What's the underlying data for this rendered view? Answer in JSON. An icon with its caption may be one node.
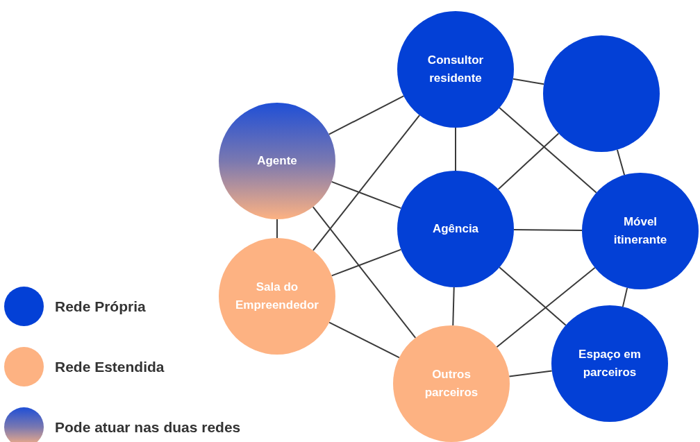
{
  "diagram": {
    "nodes": [
      {
        "text": [
          "Consultor residente"
        ]
      },
      {
        "text": [],
        "shape": "circle"
      },
      {
        "text": [
          "Agente"
        ]
      },
      {
        "text": [
          "Agência"
        ]
      },
      {
        "text": [
          "Móvel itinerante"
        ]
      },
      {
        "text": [
          "Sala do Empreendedor"
        ]
      },
      {
        "text": [
          "Outros parceiros"
        ]
      },
      {
        "text": [
          "Espaço em parceiros"
        ]
      }
    ],
    "edges": [
      {
        "from": 0,
        "to": 1,
        "arrow": "none"
      },
      {
        "from": 0,
        "to": 2,
        "arrow": "none"
      },
      {
        "from": 0,
        "to": 3,
        "arrow": "none"
      },
      {
        "from": 0,
        "to": 4,
        "arrow": "none"
      },
      {
        "from": 0,
        "to": 5,
        "arrow": "none"
      },
      {
        "from": 1,
        "to": 3,
        "arrow": "none"
      },
      {
        "from": 1,
        "to": 4,
        "arrow": "none"
      },
      {
        "from": 2,
        "to": 3,
        "arrow": "none"
      },
      {
        "from": 2,
        "to": 5,
        "arrow": "none"
      },
      {
        "from": 2,
        "to": 6,
        "arrow": "none"
      },
      {
        "from": 3,
        "to": 4,
        "arrow": "none"
      },
      {
        "from": 3,
        "to": 5,
        "arrow": "none"
      },
      {
        "from": 3,
        "to": 6,
        "arrow": "none"
      },
      {
        "from": 3,
        "to": 7,
        "arrow": "none"
      },
      {
        "from": 4,
        "to": 6,
        "arrow": "none"
      },
      {
        "from": 4,
        "to": 7,
        "arrow": "none"
      },
      {
        "from": 5,
        "to": 6,
        "arrow": "none"
      },
      {
        "from": 6,
        "to": 7,
        "arrow": "none"
      }
    ],
    "legend": [
      {
        "text": "Rede Própria",
        "color": "#0340d6"
      },
      {
        "text": "Rede Estendida",
        "color": "#fdb282"
      },
      {
        "text": "Pode atuar nas duas redes"
      }
    ]
  }
}
